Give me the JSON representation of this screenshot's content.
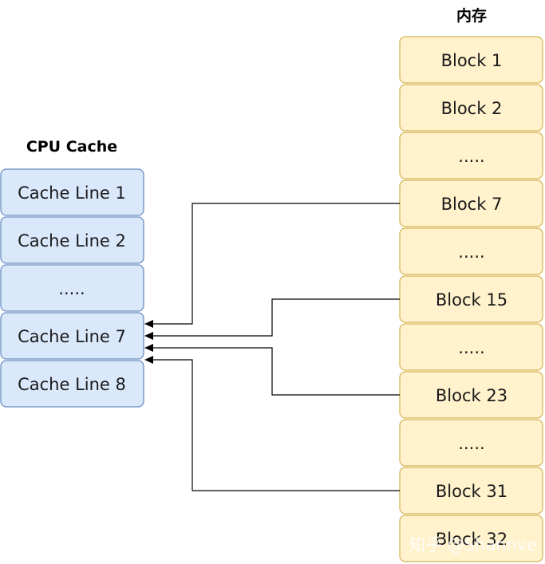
{
  "cpu_cache": {
    "title": "CPU Cache",
    "lines": [
      "Cache Line 1",
      "Cache Line 2",
      ".....",
      "Cache Line 7",
      "Cache Line 8"
    ]
  },
  "memory": {
    "title": "内存",
    "blocks": [
      "Block 1",
      "Block 2",
      ".....",
      "Block 7",
      ".....",
      "Block 15",
      ".....",
      "Block 23",
      ".....",
      "Block 31",
      "Block 32"
    ]
  },
  "mappings": [
    {
      "from": "Block 7",
      "to": "Cache Line 7"
    },
    {
      "from": "Block 15",
      "to": "Cache Line 7"
    },
    {
      "from": "Block 23",
      "to": "Cache Line 7"
    },
    {
      "from": "Block 31",
      "to": "Cache Line 7"
    }
  ],
  "watermark": "知乎 @Shannve",
  "colors": {
    "cache_fill": "#dae8fc",
    "cache_stroke": "#6c8ebf",
    "memory_fill": "#fff2cc",
    "memory_stroke": "#d6b656"
  }
}
